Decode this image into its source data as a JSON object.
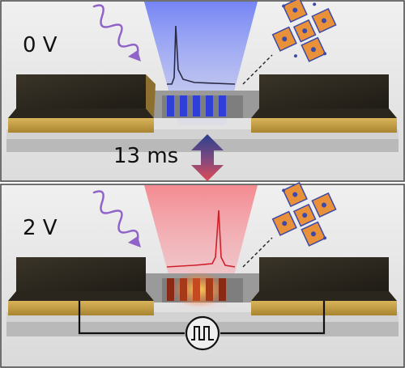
{
  "panels": [
    {
      "id": "top",
      "voltage_label": "0 V",
      "state": "off",
      "beam_color": "#5a6cf0",
      "spectrum_color": "#2a2a44",
      "grating_color": "#2f3fd8"
    },
    {
      "id": "bottom",
      "voltage_label": "2 V",
      "state": "on",
      "beam_color": "#f08a90",
      "spectrum_color": "#d0202a",
      "grating_color": "#c44a20"
    }
  ],
  "switching": {
    "time_label": "13 ms",
    "arrow_top_color": "#2c3f8e",
    "arrow_bottom_color": "#e04a55"
  },
  "colors": {
    "pad_gold": "#c9a24a",
    "pad_top": "#2f2b22",
    "substrate": "#c8c8c8",
    "background_top": "#e6e6e6",
    "background_bottom": "#e8e8e8",
    "crystal_orange": "#e8903a",
    "crystal_atom": "#3b4aa8",
    "incident_light": "#8f63c7"
  },
  "icons": [
    "incident-light-icon",
    "perovskite-crystal-icon",
    "square-wave-source-icon",
    "double-arrow-icon"
  ]
}
